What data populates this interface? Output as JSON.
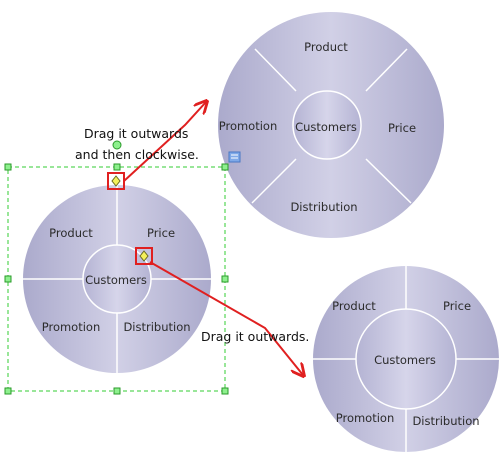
{
  "annotations": {
    "top_line1": "Drag it outwards",
    "top_line2": "and then clockwise.",
    "middle": "Drag it outwards."
  },
  "diagram_main": {
    "center": "Customers",
    "segments": [
      "Product",
      "Price",
      "Promotion",
      "Distribution"
    ]
  },
  "diagram_top_right": {
    "center": "Customers",
    "segments": [
      "Product",
      "Promotion",
      "Price",
      "Distribution"
    ]
  },
  "diagram_bottom_right": {
    "center": "Customers",
    "segments": [
      "Product",
      "Price",
      "Promotion",
      "Distribution"
    ]
  },
  "colors": {
    "circle_light": "#c9c9e0",
    "circle_dark": "#a9a9cb",
    "divider": "#ffffff",
    "arrow": "#e02020",
    "selection": "#33cc33",
    "handle_fill": "#f4f05a"
  }
}
